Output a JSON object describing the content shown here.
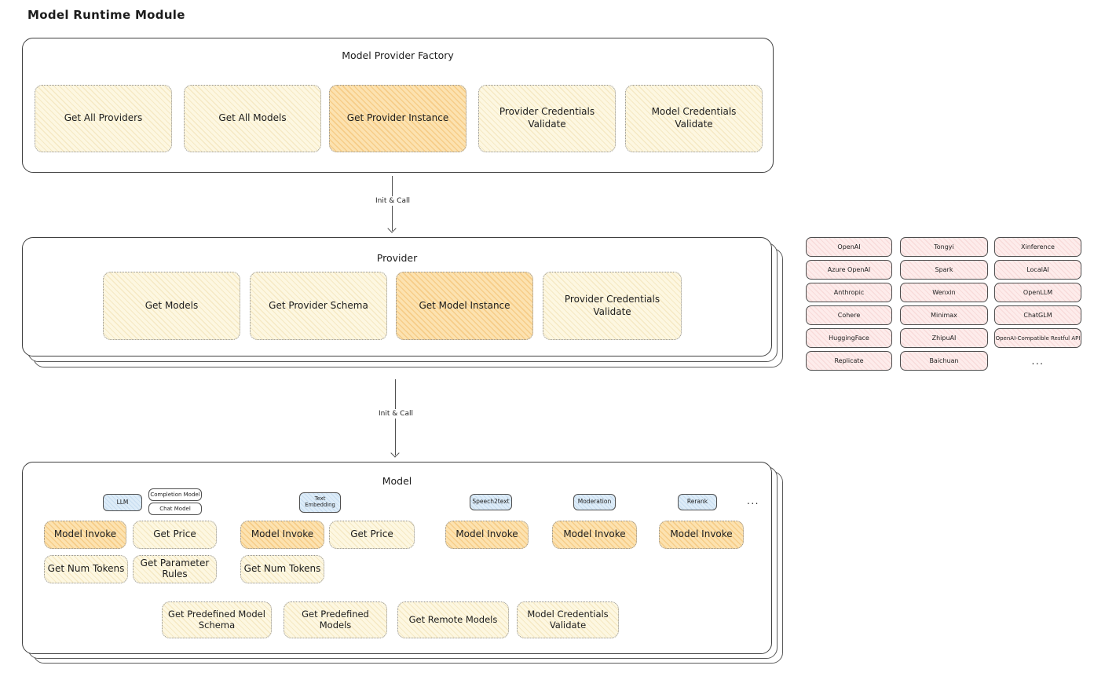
{
  "page": {
    "title": "Model Runtime Module"
  },
  "factory": {
    "title": "Model Provider Factory",
    "items": [
      {
        "label": "Get All Providers"
      },
      {
        "label": "Get All Models"
      },
      {
        "label": "Get Provider Instance"
      },
      {
        "label": "Provider Credentials Validate"
      },
      {
        "label": "Model Credentials Validate"
      }
    ]
  },
  "arrows": {
    "init_call_1": "Init & Call",
    "init_call_2": "Init & Call"
  },
  "provider": {
    "title": "Provider",
    "items": [
      {
        "label": "Get Models"
      },
      {
        "label": "Get Provider Schema"
      },
      {
        "label": "Get Model Instance"
      },
      {
        "label": "Provider Credentials Validate"
      }
    ]
  },
  "provider_list": {
    "col1": [
      "OpenAI",
      "Azure OpenAI",
      "Anthropic",
      "Cohere",
      "HuggingFace",
      "Replicate"
    ],
    "col2": [
      "Tongyi",
      "Spark",
      "Wenxin",
      "Minimax",
      "ZhipuAI",
      "Baichuan"
    ],
    "col3": [
      "Xinference",
      "LocalAI",
      "OpenLLM",
      "ChatGLM",
      "OpenAI-Compatible Restful API"
    ],
    "more": "..."
  },
  "model": {
    "title": "Model",
    "type_tags": {
      "llm": "LLM",
      "completion": "Completion Model",
      "chat": "Chat Model",
      "text_embedding": "Text Embedding",
      "speech2text": "Speech2text",
      "moderation": "Moderation",
      "rerank": "Rerank",
      "more": "..."
    },
    "llm_ops": [
      "Model Invoke",
      "Get Price",
      "Get Num Tokens",
      "Get Parameter Rules"
    ],
    "embedding_ops": [
      "Model Invoke",
      "Get Price",
      "Get Num Tokens"
    ],
    "speech2text_ops": [
      "Model Invoke"
    ],
    "moderation_ops": [
      "Model Invoke"
    ],
    "rerank_ops": [
      "Model Invoke"
    ],
    "common_ops": [
      "Get Predefined Model Schema",
      "Get Predefined Models",
      "Get Remote Models",
      "Model Credentials Validate"
    ]
  },
  "colors": {
    "highlight_orange": "#fce2b0",
    "function_yellow": "#fdf7e1",
    "provider_pink": "#fdeceb",
    "type_blue": "#ddecf8",
    "line": "#4f4f4f"
  }
}
